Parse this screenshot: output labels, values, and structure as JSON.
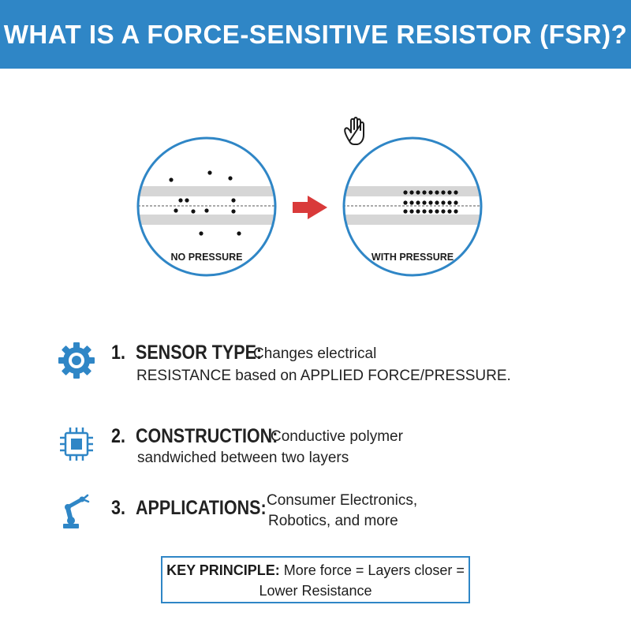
{
  "title": "WHAT IS A FORCE-SENSITIVE RESISTOR (FSR)?",
  "diagram": {
    "left_label": "NO PRESSURE",
    "right_label": "WITH PRESSURE"
  },
  "items": [
    {
      "number": "1.",
      "heading": "SENSOR TYPE:",
      "line1": "Changes electrical",
      "line2": "RESISTANCE based on APPLIED FORCE/PRESSURE.",
      "icon": "gear-icon"
    },
    {
      "number": "2.",
      "heading": "CONSTRUCTION:",
      "line1": "Conductive polymer",
      "line2": "sandwiched between two layers",
      "icon": "chip-icon"
    },
    {
      "number": "3.",
      "heading": "APPLICATIONS:",
      "line1": "Consumer Electronics,",
      "line2": "Robotics, and more",
      "icon": "robot-arm-icon"
    }
  ],
  "key_principle": {
    "label": "KEY PRINCIPLE:",
    "text_line1": "More force = Layers closer =",
    "text_line2": "Lower Resistance"
  },
  "colors": {
    "accent": "#2f86c6",
    "arrow": "#d93a3a",
    "layer": "#d6d6d6",
    "particle": "#111111"
  }
}
